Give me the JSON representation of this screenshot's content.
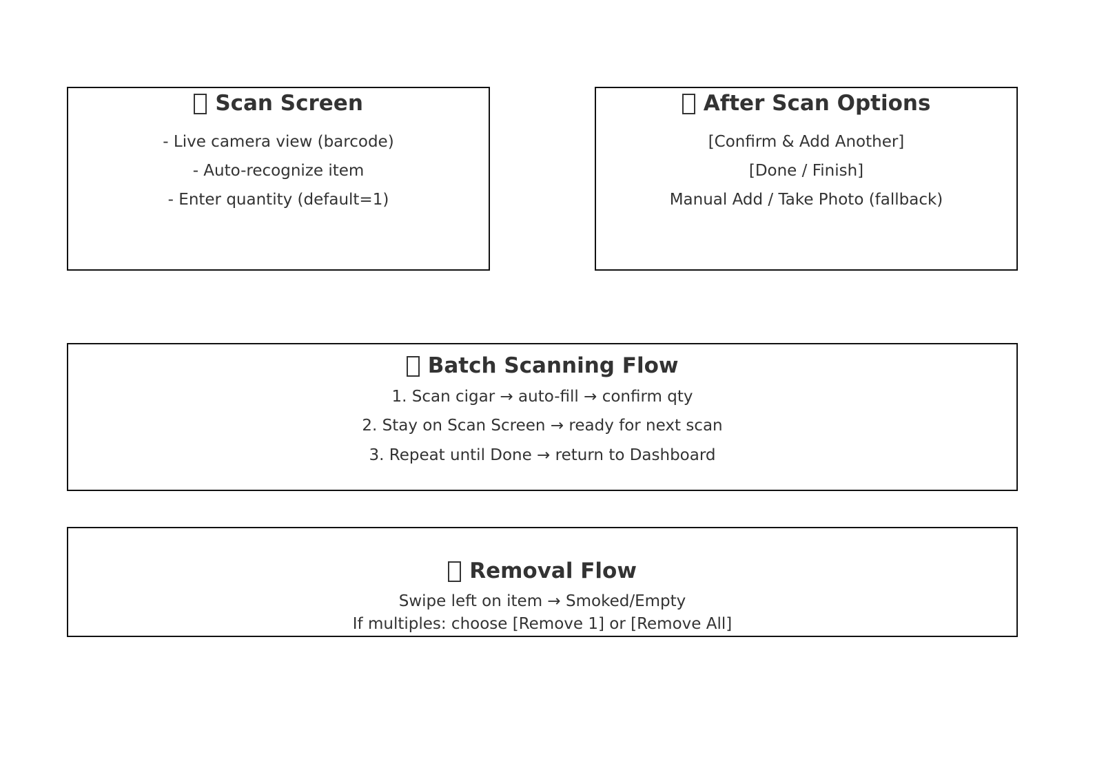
{
  "panels": {
    "scan_screen": {
      "title": "Scan Screen",
      "icon": "box-glyph-icon",
      "lines": [
        "- Live camera view (barcode)",
        "- Auto-recognize item",
        "- Enter quantity (default=1)"
      ]
    },
    "after_scan": {
      "title": "After Scan Options",
      "icon": "box-glyph-icon",
      "lines": [
        "[Confirm & Add Another]",
        "[Done / Finish]",
        "Manual Add / Take Photo (fallback)"
      ]
    },
    "batch_flow": {
      "title": "Batch Scanning Flow",
      "icon": "box-glyph-icon",
      "lines": [
        "1. Scan cigar → auto-fill → confirm qty",
        "2. Stay on Scan Screen → ready for next scan",
        "3. Repeat until Done → return to Dashboard"
      ]
    },
    "removal_flow": {
      "title": "Removal Flow",
      "icon": "box-glyph-icon",
      "lines": [
        "Swipe left on item → Smoked/Empty",
        "If multiples: choose [Remove 1] or [Remove All]"
      ]
    }
  },
  "colors": {
    "text": "#333333",
    "border": "#111111",
    "background": "#ffffff"
  }
}
